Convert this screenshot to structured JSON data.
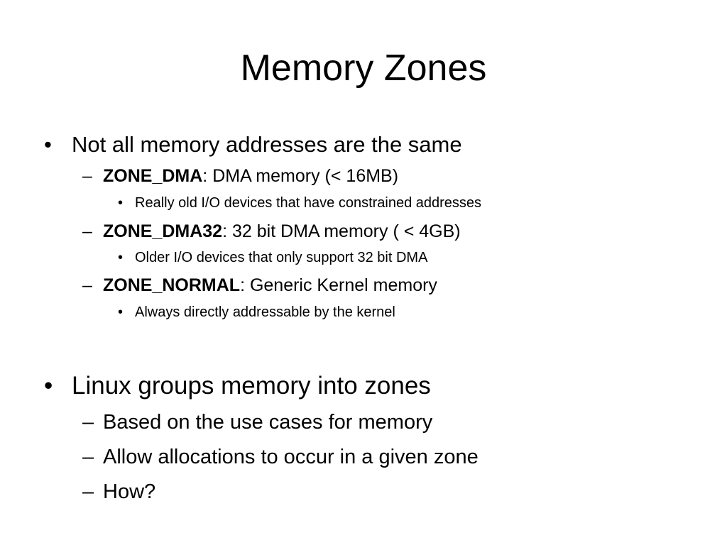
{
  "slide": {
    "title": "Memory Zones",
    "bullet_char": "•",
    "dash_char": "–",
    "section1": {
      "text": "Not all memory addresses are the same",
      "items": [
        {
          "term": "ZONE_DMA",
          "desc": ": DMA memory (< 16MB)",
          "sub": "Really old I/O devices that have constrained addresses"
        },
        {
          "term": "ZONE_DMA32",
          "desc": ": 32 bit DMA memory ( < 4GB)",
          "sub": "Older I/O devices that only support 32 bit DMA"
        },
        {
          "term": "ZONE_NORMAL",
          "desc": ": Generic Kernel memory",
          "sub": "Always directly addressable by the kernel"
        }
      ]
    },
    "section2": {
      "text": "Linux groups memory into zones",
      "items": [
        "Based on the use cases for memory",
        "Allow allocations to occur in a given zone",
        "How?"
      ]
    }
  }
}
